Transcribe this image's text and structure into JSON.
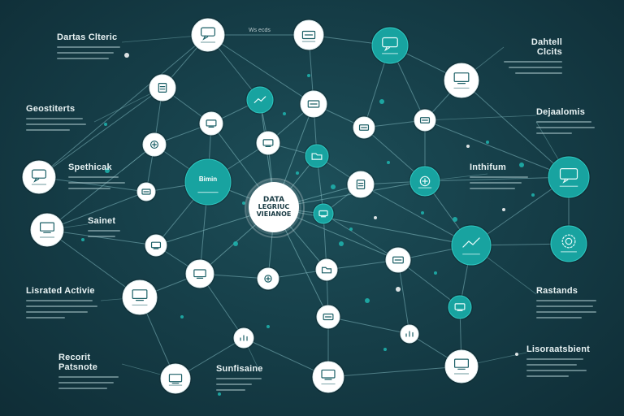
{
  "colors": {
    "background": "#163f49",
    "teal_node": "#18a3a0",
    "white_node": "#ffffff",
    "edge": "#7fb7bd",
    "dot": "#1fb6b0",
    "icon": "#1b5f66"
  },
  "center": {
    "line1": "DATA",
    "line2": "LEGRIUC",
    "line3": "VIEIANOE"
  },
  "top_label": "Ws ecds",
  "labels": {
    "dartas_clteric": "Dartas Clteric",
    "dahtell_clicts": "Dahtell Clcits",
    "geostiterts": "Geostiterts",
    "depalomis": "Dejaalomis",
    "spethicak": "Spethicak",
    "inthifum": "Inthifum",
    "sainet": "Sainet",
    "lisrated_activie": "Lisrated Activie",
    "rastands": "Rastands",
    "recorit_patsnote": "Recorit Patsnote",
    "sunfisaine": "Sunfisaine",
    "lisoraatsbient": "Lisoraatsbient"
  },
  "node_labels": {
    "n_bimin": "Bimin"
  },
  "icons": [
    "chat-icon",
    "document-icon",
    "network-icon",
    "database-icon",
    "monitor-icon",
    "chart-icon",
    "gear-icon",
    "folder-icon"
  ]
}
